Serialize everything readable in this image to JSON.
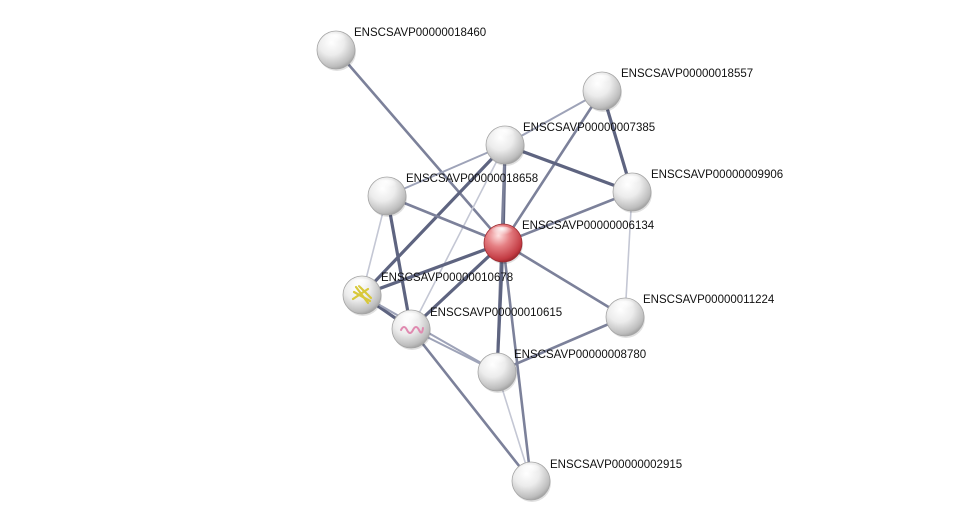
{
  "network": {
    "query_node": "ENSCSAVP00000006134",
    "nodes": [
      {
        "id": "ENSCSAVP00000018460",
        "label": "ENSCSAVP00000018460",
        "role": "partner"
      },
      {
        "id": "ENSCSAVP00000018557",
        "label": "ENSCSAVP00000018557",
        "role": "partner"
      },
      {
        "id": "ENSCSAVP00000007385",
        "label": "ENSCSAVP00000007385",
        "role": "partner"
      },
      {
        "id": "ENSCSAVP00000009906",
        "label": "ENSCSAVP00000009906",
        "role": "partner"
      },
      {
        "id": "ENSCSAVP00000018658",
        "label": "ENSCSAVP00000018658",
        "role": "partner"
      },
      {
        "id": "ENSCSAVP00000006134",
        "label": "ENSCSAVP00000006134",
        "role": "query"
      },
      {
        "id": "ENSCSAVP00000010678",
        "label": "ENSCSAVP00000010678",
        "role": "partner",
        "structure": "yellow"
      },
      {
        "id": "ENSCSAVP00000010615",
        "label": "ENSCSAVP00000010615",
        "role": "partner",
        "structure": "pink"
      },
      {
        "id": "ENSCSAVP00000011224",
        "label": "ENSCSAVP00000011224",
        "role": "partner"
      },
      {
        "id": "ENSCSAVP00000008780",
        "label": "ENSCSAVP00000008780",
        "role": "partner"
      },
      {
        "id": "ENSCSAVP00000002915",
        "label": "ENSCSAVP00000002915",
        "role": "partner"
      }
    ],
    "edges": [
      {
        "source": "ENSCSAVP00000018460",
        "target": "ENSCSAVP00000006134",
        "strength": "medium"
      },
      {
        "source": "ENSCSAVP00000018557",
        "target": "ENSCSAVP00000009906",
        "strength": "strong"
      },
      {
        "source": "ENSCSAVP00000018557",
        "target": "ENSCSAVP00000007385",
        "strength": "weak"
      },
      {
        "source": "ENSCSAVP00000018557",
        "target": "ENSCSAVP00000006134",
        "strength": "medium"
      },
      {
        "source": "ENSCSAVP00000007385",
        "target": "ENSCSAVP00000009906",
        "strength": "strong"
      },
      {
        "source": "ENSCSAVP00000007385",
        "target": "ENSCSAVP00000006134",
        "strength": "strong"
      },
      {
        "source": "ENSCSAVP00000007385",
        "target": "ENSCSAVP00000018658",
        "strength": "weak"
      },
      {
        "source": "ENSCSAVP00000007385",
        "target": "ENSCSAVP00000010678",
        "strength": "strong"
      },
      {
        "source": "ENSCSAVP00000007385",
        "target": "ENSCSAVP00000010615",
        "strength": "faint"
      },
      {
        "source": "ENSCSAVP00000007385",
        "target": "ENSCSAVP00000008780",
        "strength": "medium"
      },
      {
        "source": "ENSCSAVP00000009906",
        "target": "ENSCSAVP00000006134",
        "strength": "medium"
      },
      {
        "source": "ENSCSAVP00000009906",
        "target": "ENSCSAVP00000011224",
        "strength": "faint"
      },
      {
        "source": "ENSCSAVP00000018658",
        "target": "ENSCSAVP00000006134",
        "strength": "medium"
      },
      {
        "source": "ENSCSAVP00000018658",
        "target": "ENSCSAVP00000010678",
        "strength": "faint"
      },
      {
        "source": "ENSCSAVP00000018658",
        "target": "ENSCSAVP00000010615",
        "strength": "strong"
      },
      {
        "source": "ENSCSAVP00000006134",
        "target": "ENSCSAVP00000010678",
        "strength": "strong"
      },
      {
        "source": "ENSCSAVP00000006134",
        "target": "ENSCSAVP00000010615",
        "strength": "strong"
      },
      {
        "source": "ENSCSAVP00000006134",
        "target": "ENSCSAVP00000011224",
        "strength": "medium"
      },
      {
        "source": "ENSCSAVP00000006134",
        "target": "ENSCSAVP00000008780",
        "strength": "strong"
      },
      {
        "source": "ENSCSAVP00000006134",
        "target": "ENSCSAVP00000002915",
        "strength": "medium"
      },
      {
        "source": "ENSCSAVP00000010678",
        "target": "ENSCSAVP00000010615",
        "strength": "strong"
      },
      {
        "source": "ENSCSAVP00000010678",
        "target": "ENSCSAVP00000008780",
        "strength": "weak"
      },
      {
        "source": "ENSCSAVP00000010615",
        "target": "ENSCSAVP00000008780",
        "strength": "weak"
      },
      {
        "source": "ENSCSAVP00000008780",
        "target": "ENSCSAVP00000011224",
        "strength": "medium"
      },
      {
        "source": "ENSCSAVP00000008780",
        "target": "ENSCSAVP00000002915",
        "strength": "faint"
      },
      {
        "source": "ENSCSAVP00000010615",
        "target": "ENSCSAVP00000002915",
        "strength": "medium"
      }
    ]
  },
  "colors": {
    "query_node": "#c9454c",
    "partner_node": "#d8d8d8",
    "edge_strong": "#5e6480",
    "edge_medium": "#7c819a",
    "edge_weak": "#9ea3b8",
    "edge_faint": "#c4c7d4",
    "label": "#111111"
  }
}
